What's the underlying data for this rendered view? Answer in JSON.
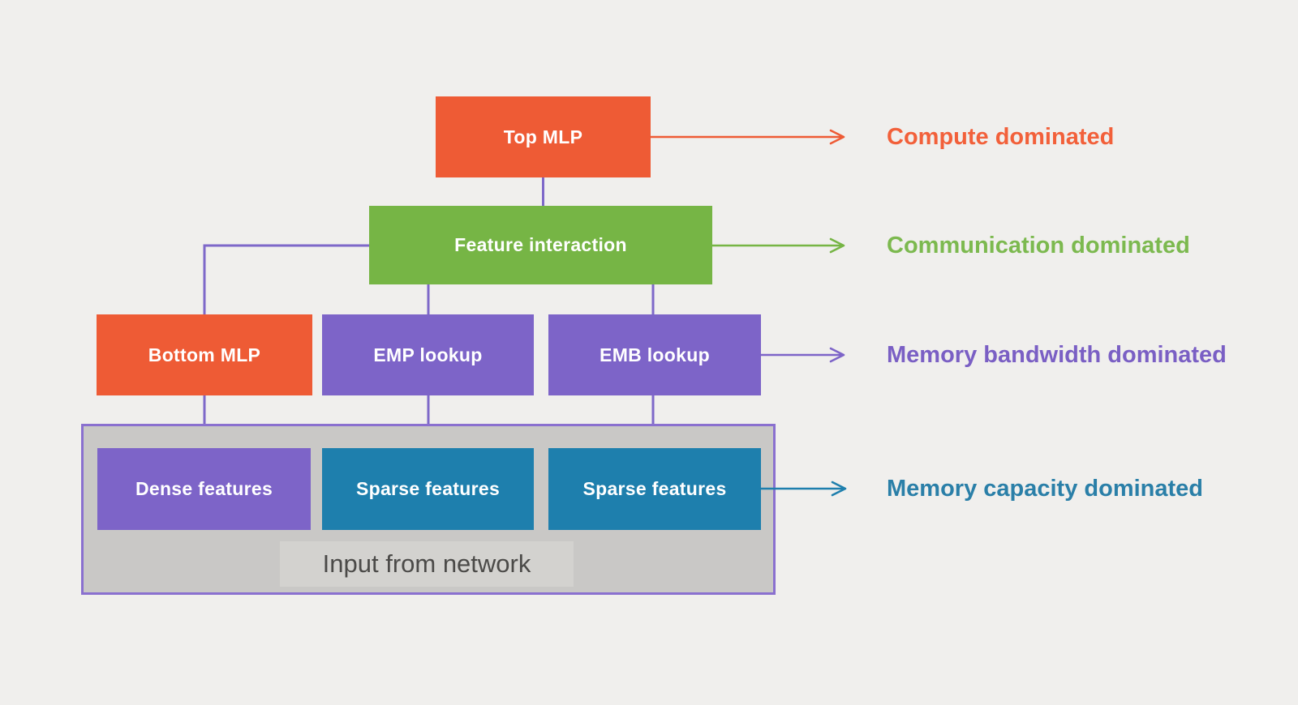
{
  "colors": {
    "background": "#f0efed",
    "orange": "#ee5b35",
    "green": "#76b545",
    "purple": "#7d64c8",
    "teal": "#1e7fad",
    "connector": "#7e68c9",
    "container_fill": "#c9c8c6",
    "container_border": "#8a70cf",
    "input_label_bg": "#d3d2cf",
    "input_label_text": "#4b4a48"
  },
  "nodes": {
    "top_mlp": {
      "label": "Top MLP",
      "color": "#ee5b35"
    },
    "feature_interaction": {
      "label": "Feature interaction",
      "color": "#76b545"
    },
    "bottom_mlp": {
      "label": "Bottom MLP",
      "color": "#ee5b35"
    },
    "emp_lookup": {
      "label": "EMP lookup",
      "color": "#7d64c8"
    },
    "emb_lookup": {
      "label": "EMB lookup",
      "color": "#7d64c8"
    },
    "dense_features": {
      "label": "Dense features",
      "color": "#7d64c8"
    },
    "sparse_features_1": {
      "label": "Sparse features",
      "color": "#1e7fad"
    },
    "sparse_features_2": {
      "label": "Sparse features",
      "color": "#1e7fad"
    },
    "input_group": {
      "label": "Input from network"
    }
  },
  "annotations": {
    "compute": {
      "label": "Compute dominated",
      "color": "#f2603a"
    },
    "communication": {
      "label": "Communication dominated",
      "color": "#7cb94f"
    },
    "memory_bandwidth": {
      "label": "Memory bandwidth dominated",
      "color": "#7a5fc4"
    },
    "memory_capacity": {
      "label": "Memory capacity dominated",
      "color": "#2a7fa8"
    }
  }
}
